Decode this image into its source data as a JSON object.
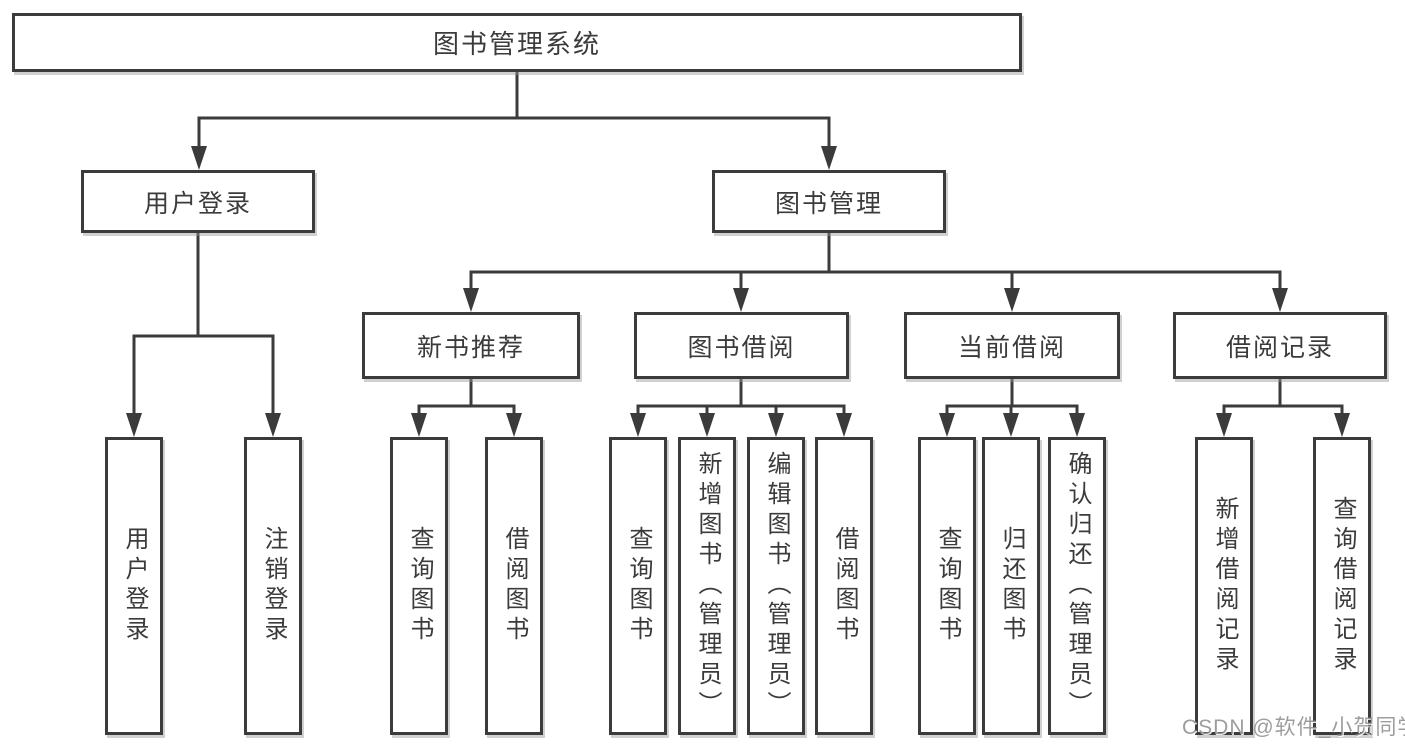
{
  "diagram": {
    "root": {
      "label": "图书管理系统"
    },
    "branches": [
      {
        "label": "用户登录",
        "children": [
          {
            "label": "用户登录"
          },
          {
            "label": "注销登录"
          }
        ]
      },
      {
        "label": "图书管理",
        "children": [
          {
            "label": "新书推荐",
            "children": [
              {
                "label": "查询图书"
              },
              {
                "label": "借阅图书"
              }
            ]
          },
          {
            "label": "图书借阅",
            "children": [
              {
                "label": "查询图书"
              },
              {
                "label": "新增图书（管理员）"
              },
              {
                "label": "编辑图书（管理员）"
              },
              {
                "label": "借阅图书"
              }
            ]
          },
          {
            "label": "当前借阅",
            "children": [
              {
                "label": "查询图书"
              },
              {
                "label": "归还图书"
              },
              {
                "label": "确认归还（管理员）"
              }
            ]
          },
          {
            "label": "借阅记录",
            "children": [
              {
                "label": "新增借阅记录"
              },
              {
                "label": "查询借阅记录"
              }
            ]
          }
        ]
      }
    ]
  },
  "watermark": {
    "text": "CSDN @软件_小贺同学"
  },
  "colors": {
    "line": "#3b3b3b",
    "text": "#3b3b3b",
    "box_background": "#ffffff",
    "watermark": "#8c8c8c"
  }
}
